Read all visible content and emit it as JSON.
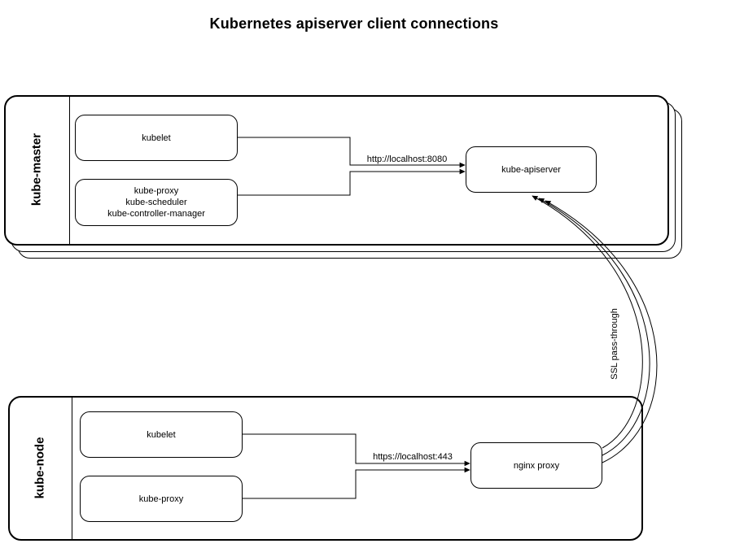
{
  "title": "Kubernetes apiserver client connections",
  "master": {
    "label": "kube-master",
    "kubelet": "kubelet",
    "stack": [
      "kube-proxy",
      "kube-scheduler",
      "kube-controller-manager"
    ],
    "apiserver": "kube-apiserver",
    "edge_label": "http://localhost:8080"
  },
  "node": {
    "label": "kube-node",
    "kubelet": "kubelet",
    "proxy": "kube-proxy",
    "nginx": "nginx proxy",
    "edge_label": "https://localhost:443"
  },
  "ssl_label": "SSL pass-through",
  "colors": {
    "stroke": "#000000",
    "background": "#ffffff"
  }
}
